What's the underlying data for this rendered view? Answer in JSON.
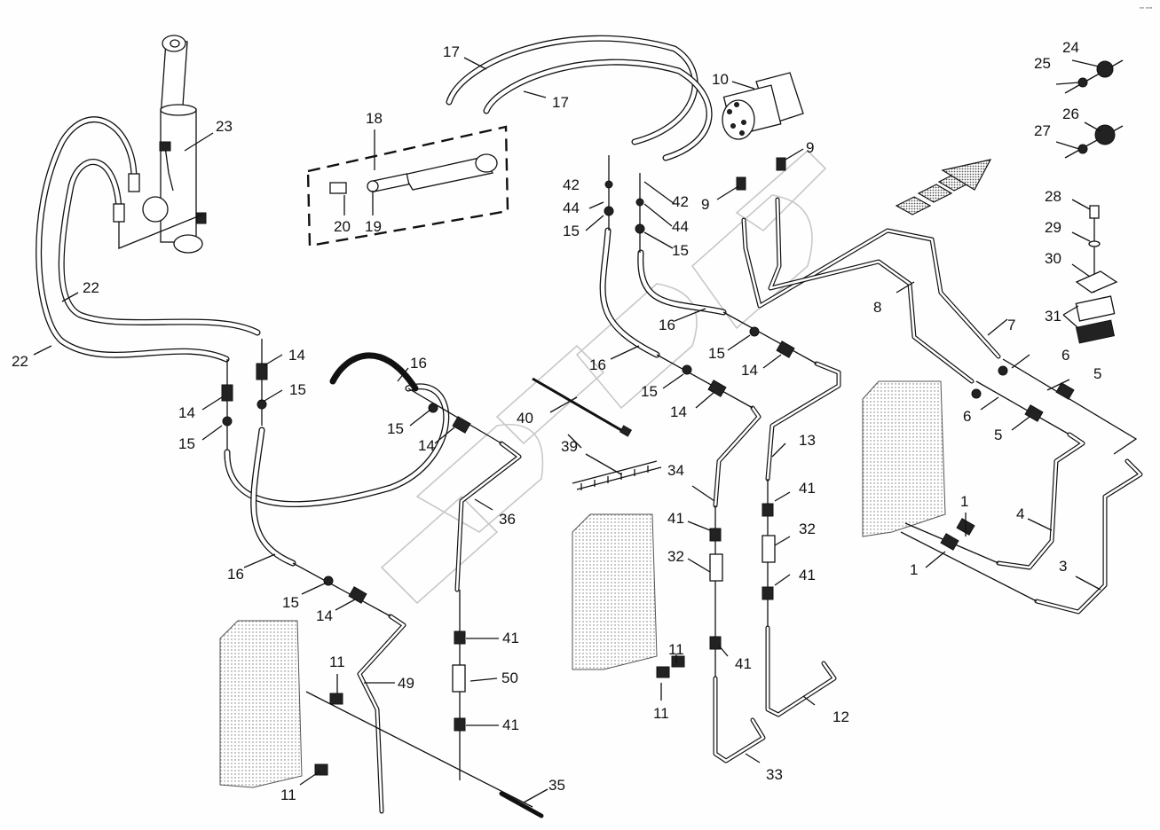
{
  "diagram": {
    "type": "exploded-parts-hydraulic-diagram",
    "corner_mark": "▪▪ ▪▪▪",
    "callouts": [
      {
        "id": "c1a",
        "label": "1"
      },
      {
        "id": "c1b",
        "label": "1"
      },
      {
        "id": "c3",
        "label": "3"
      },
      {
        "id": "c4",
        "label": "4"
      },
      {
        "id": "c5a",
        "label": "5"
      },
      {
        "id": "c5b",
        "label": "5"
      },
      {
        "id": "c6a",
        "label": "6"
      },
      {
        "id": "c6b",
        "label": "6"
      },
      {
        "id": "c7",
        "label": "7"
      },
      {
        "id": "c8",
        "label": "8"
      },
      {
        "id": "c9a",
        "label": "9"
      },
      {
        "id": "c9b",
        "label": "9"
      },
      {
        "id": "c10",
        "label": "10"
      },
      {
        "id": "c11a",
        "label": "11"
      },
      {
        "id": "c11b",
        "label": "11"
      },
      {
        "id": "c11c",
        "label": "11"
      },
      {
        "id": "c11d",
        "label": "11"
      },
      {
        "id": "c12",
        "label": "12"
      },
      {
        "id": "c13",
        "label": "13"
      },
      {
        "id": "c14a",
        "label": "14"
      },
      {
        "id": "c14b",
        "label": "14"
      },
      {
        "id": "c14c",
        "label": "14"
      },
      {
        "id": "c14d",
        "label": "14"
      },
      {
        "id": "c14e",
        "label": "14"
      },
      {
        "id": "c14f",
        "label": "14"
      },
      {
        "id": "c15a",
        "label": "15"
      },
      {
        "id": "c15b",
        "label": "15"
      },
      {
        "id": "c15c",
        "label": "15"
      },
      {
        "id": "c15d",
        "label": "15"
      },
      {
        "id": "c15e",
        "label": "15"
      },
      {
        "id": "c15f",
        "label": "15"
      },
      {
        "id": "c15g",
        "label": "15"
      },
      {
        "id": "c15h",
        "label": "15"
      },
      {
        "id": "c16a",
        "label": "16"
      },
      {
        "id": "c16b",
        "label": "16"
      },
      {
        "id": "c16c",
        "label": "16"
      },
      {
        "id": "c16d",
        "label": "16"
      },
      {
        "id": "c17a",
        "label": "17"
      },
      {
        "id": "c17b",
        "label": "17"
      },
      {
        "id": "c18",
        "label": "18"
      },
      {
        "id": "c19",
        "label": "19"
      },
      {
        "id": "c20",
        "label": "20"
      },
      {
        "id": "c22a",
        "label": "22"
      },
      {
        "id": "c22b",
        "label": "22"
      },
      {
        "id": "c23",
        "label": "23"
      },
      {
        "id": "c24",
        "label": "24"
      },
      {
        "id": "c25",
        "label": "25"
      },
      {
        "id": "c26",
        "label": "26"
      },
      {
        "id": "c27",
        "label": "27"
      },
      {
        "id": "c28",
        "label": "28"
      },
      {
        "id": "c29",
        "label": "29"
      },
      {
        "id": "c30",
        "label": "30"
      },
      {
        "id": "c31",
        "label": "31"
      },
      {
        "id": "c32a",
        "label": "32"
      },
      {
        "id": "c32b",
        "label": "32"
      },
      {
        "id": "c33",
        "label": "33"
      },
      {
        "id": "c34",
        "label": "34"
      },
      {
        "id": "c35",
        "label": "35"
      },
      {
        "id": "c36",
        "label": "36"
      },
      {
        "id": "c39",
        "label": "39"
      },
      {
        "id": "c40",
        "label": "40"
      },
      {
        "id": "c41a",
        "label": "41"
      },
      {
        "id": "c41b",
        "label": "41"
      },
      {
        "id": "c41c",
        "label": "41"
      },
      {
        "id": "c41d",
        "label": "41"
      },
      {
        "id": "c41e",
        "label": "41"
      },
      {
        "id": "c41f",
        "label": "41"
      },
      {
        "id": "c42a",
        "label": "42"
      },
      {
        "id": "c42b",
        "label": "42"
      },
      {
        "id": "c44a",
        "label": "44"
      },
      {
        "id": "c44b",
        "label": "44"
      },
      {
        "id": "c49",
        "label": "49"
      },
      {
        "id": "c50",
        "label": "50"
      }
    ],
    "parts": {
      "cylinder": "hydraulic-cylinder",
      "motor": "hydraulic-motor",
      "valve_blocks": [
        "control-valve-left",
        "control-valve-center",
        "control-valve-right"
      ],
      "direction_arrow": "forward-direction-arrow",
      "cable_tie": "cable-tie",
      "clip_strip": "hose-clip-strip",
      "clamp_set": "pipe-clamp-set"
    }
  }
}
